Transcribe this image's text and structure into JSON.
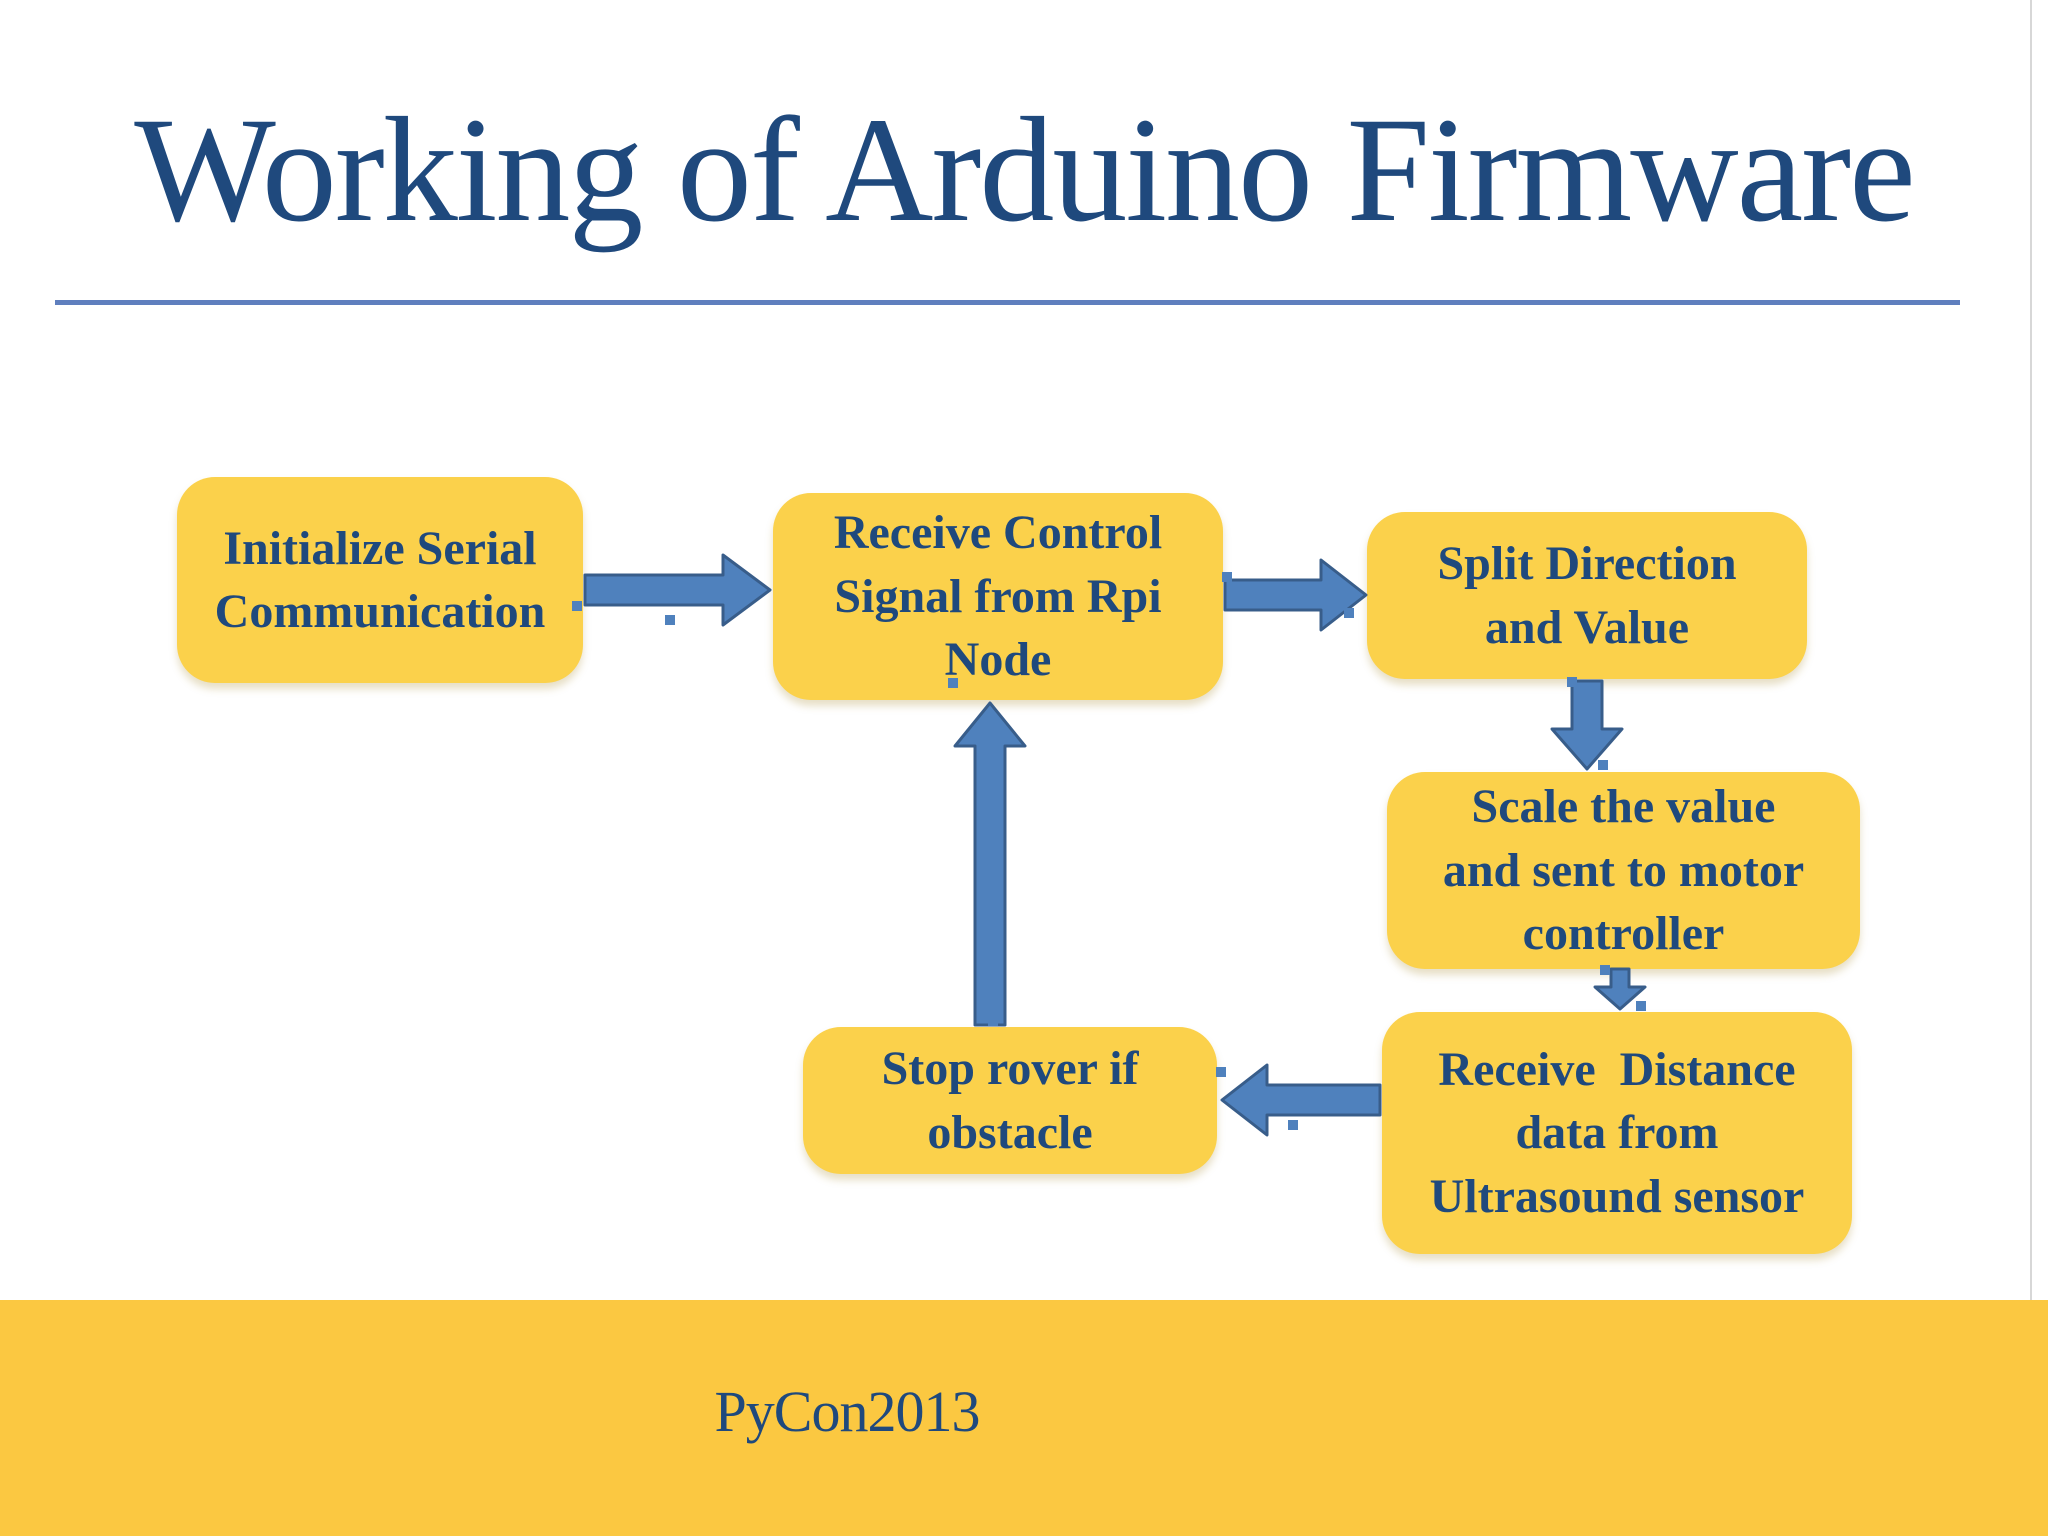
{
  "slide": {
    "title": "Working of Arduino Firmware",
    "footer": "PyCon2013"
  },
  "diagram": {
    "nodes": [
      {
        "id": "initialize-serial",
        "label": "Initialize Serial\nCommunication"
      },
      {
        "id": "receive-control",
        "label": "Receive Control\nSignal from Rpi\nNode"
      },
      {
        "id": "split-direction",
        "label": "Split Direction\nand Value"
      },
      {
        "id": "scale-value",
        "label": "Scale the value\nand sent to motor\ncontroller"
      },
      {
        "id": "receive-distance",
        "label": "Receive  Distance\ndata from\nUltrasound sensor"
      },
      {
        "id": "stop-rover",
        "label": "Stop rover if\nobstacle"
      }
    ],
    "edges": [
      {
        "from": "initialize-serial",
        "to": "receive-control",
        "direction": "right"
      },
      {
        "from": "receive-control",
        "to": "split-direction",
        "direction": "right"
      },
      {
        "from": "split-direction",
        "to": "scale-value",
        "direction": "down"
      },
      {
        "from": "scale-value",
        "to": "receive-distance",
        "direction": "down"
      },
      {
        "from": "receive-distance",
        "to": "stop-rover",
        "direction": "left"
      },
      {
        "from": "stop-rover",
        "to": "receive-control",
        "direction": "up"
      }
    ]
  },
  "colors": {
    "background": "#FFFFFF",
    "title_text": "#1F497D",
    "rule": "#5F7FBE",
    "node_fill": "#FBD14B",
    "node_text": "#1F497D",
    "arrow_fill": "#4F81BD",
    "arrow_border": "#385D8A",
    "footer_fill": "#FBC841"
  }
}
